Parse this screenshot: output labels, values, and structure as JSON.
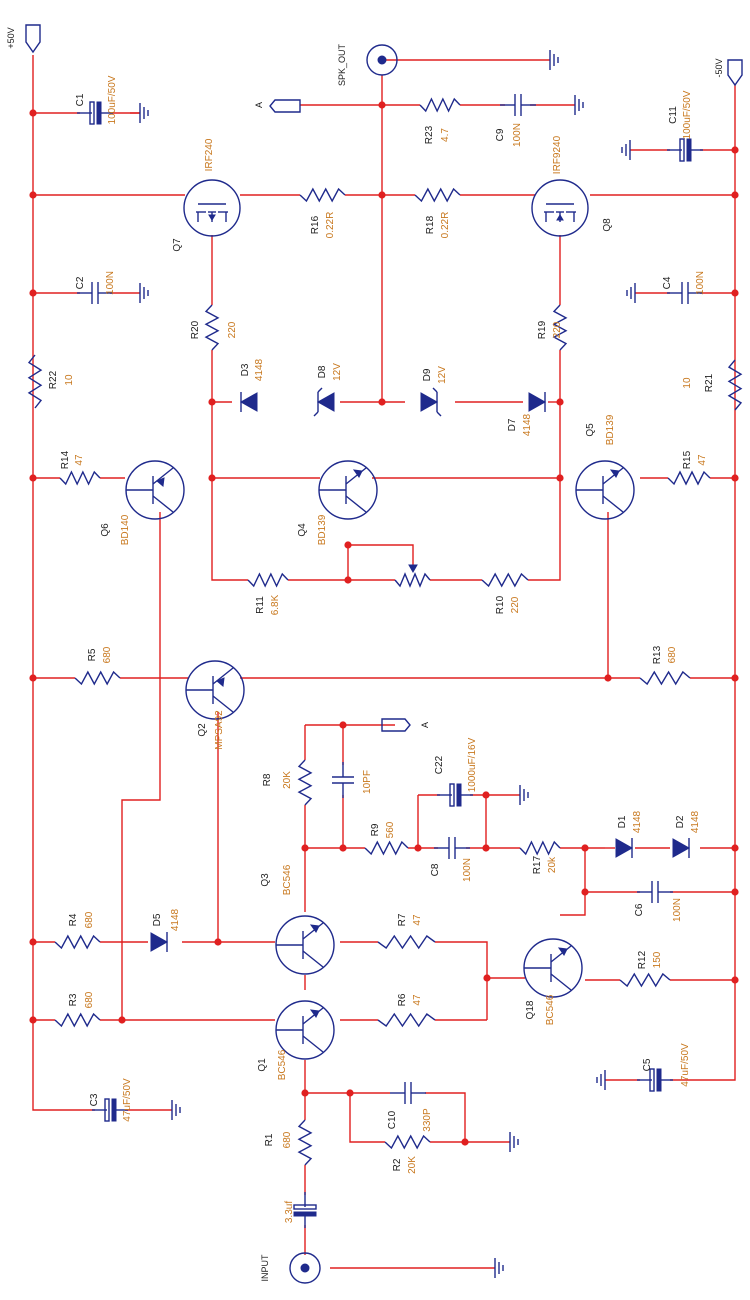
{
  "nets": {
    "vplus": "+50V",
    "vminus": "-50V",
    "spk": "SPK_OUT",
    "input": "INPUT",
    "a1": "A",
    "a2": "A"
  },
  "components": {
    "C1": {
      "ref": "C1",
      "value": "100uF/50V"
    },
    "C2": {
      "ref": "C2",
      "value": "100N"
    },
    "C3": {
      "ref": "C3",
      "value": "47uF/50V"
    },
    "C4": {
      "ref": "C4",
      "value": "100N"
    },
    "C5": {
      "ref": "C5",
      "value": "47uF/50V"
    },
    "C6": {
      "ref": "C6",
      "value": "100N"
    },
    "C8": {
      "ref": "C8",
      "value": "100N"
    },
    "C9": {
      "ref": "C9",
      "value": "100N"
    },
    "C10": {
      "ref": "C10",
      "value": "330P"
    },
    "C11": {
      "ref": "C11",
      "value": "100uF/50V"
    },
    "C22": {
      "ref": "C22",
      "value": "1000uF/16V"
    },
    "Cin": {
      "value": "3.3uf"
    },
    "Cmil": {
      "value": "10PF"
    },
    "R1": {
      "ref": "R1",
      "value": "680"
    },
    "R2": {
      "ref": "R2",
      "value": "20K"
    },
    "R3": {
      "ref": "R3",
      "value": "680"
    },
    "R4": {
      "ref": "R4",
      "value": "680"
    },
    "R5": {
      "ref": "R5",
      "value": "680"
    },
    "R6": {
      "ref": "R6",
      "value": "47"
    },
    "R7": {
      "ref": "R7",
      "value": "47"
    },
    "R8": {
      "ref": "R8",
      "value": "20K"
    },
    "R9": {
      "ref": "R9",
      "value": "560"
    },
    "R10": {
      "ref": "R10",
      "value": "220"
    },
    "R11": {
      "ref": "R11",
      "value": "6.8K"
    },
    "R12": {
      "ref": "R12",
      "value": "150"
    },
    "R13": {
      "ref": "R13",
      "value": "680"
    },
    "R14": {
      "ref": "R14",
      "value": "47"
    },
    "R15": {
      "ref": "R15",
      "value": "47"
    },
    "R16": {
      "ref": "R16",
      "value": "0.22R"
    },
    "R17": {
      "ref": "R17",
      "value": "20k"
    },
    "R18": {
      "ref": "R18",
      "value": "0.22R"
    },
    "R19": {
      "ref": "R19",
      "value": "220"
    },
    "R20": {
      "ref": "R20",
      "value": "220"
    },
    "R21": {
      "ref": "R21",
      "value": "10"
    },
    "R22": {
      "ref": "R22",
      "value": "10"
    },
    "R23": {
      "ref": "R23",
      "value": "4.7"
    },
    "D1": {
      "ref": "D1",
      "value": "4148"
    },
    "D2": {
      "ref": "D2",
      "value": "4148"
    },
    "D3": {
      "ref": "D3",
      "value": "4148"
    },
    "D5": {
      "ref": "D5",
      "value": "4148"
    },
    "D7": {
      "ref": "D7",
      "value": "4148"
    },
    "D8": {
      "ref": "D8",
      "value": "12V"
    },
    "D9": {
      "ref": "D9",
      "value": "12V"
    },
    "Q1": {
      "ref": "Q1",
      "value": "BC546"
    },
    "Q2": {
      "ref": "Q2",
      "value": "MPSA92"
    },
    "Q3": {
      "ref": "Q3",
      "value": "BC546"
    },
    "Q4": {
      "ref": "Q4",
      "value": "BD139"
    },
    "Q5": {
      "ref": "Q5",
      "value": "BD139"
    },
    "Q6": {
      "ref": "Q6",
      "value": "BD140"
    },
    "Q7": {
      "ref": "Q7",
      "value": "IRF240"
    },
    "Q8": {
      "ref": "Q8",
      "value": "IRF9240"
    },
    "Q18": {
      "ref": "Q18",
      "value": "BC546"
    }
  },
  "colors": {
    "wire": "#e02020",
    "component": "#1f2a8c",
    "value_text": "#c8781e",
    "ref_text": "#222222"
  }
}
